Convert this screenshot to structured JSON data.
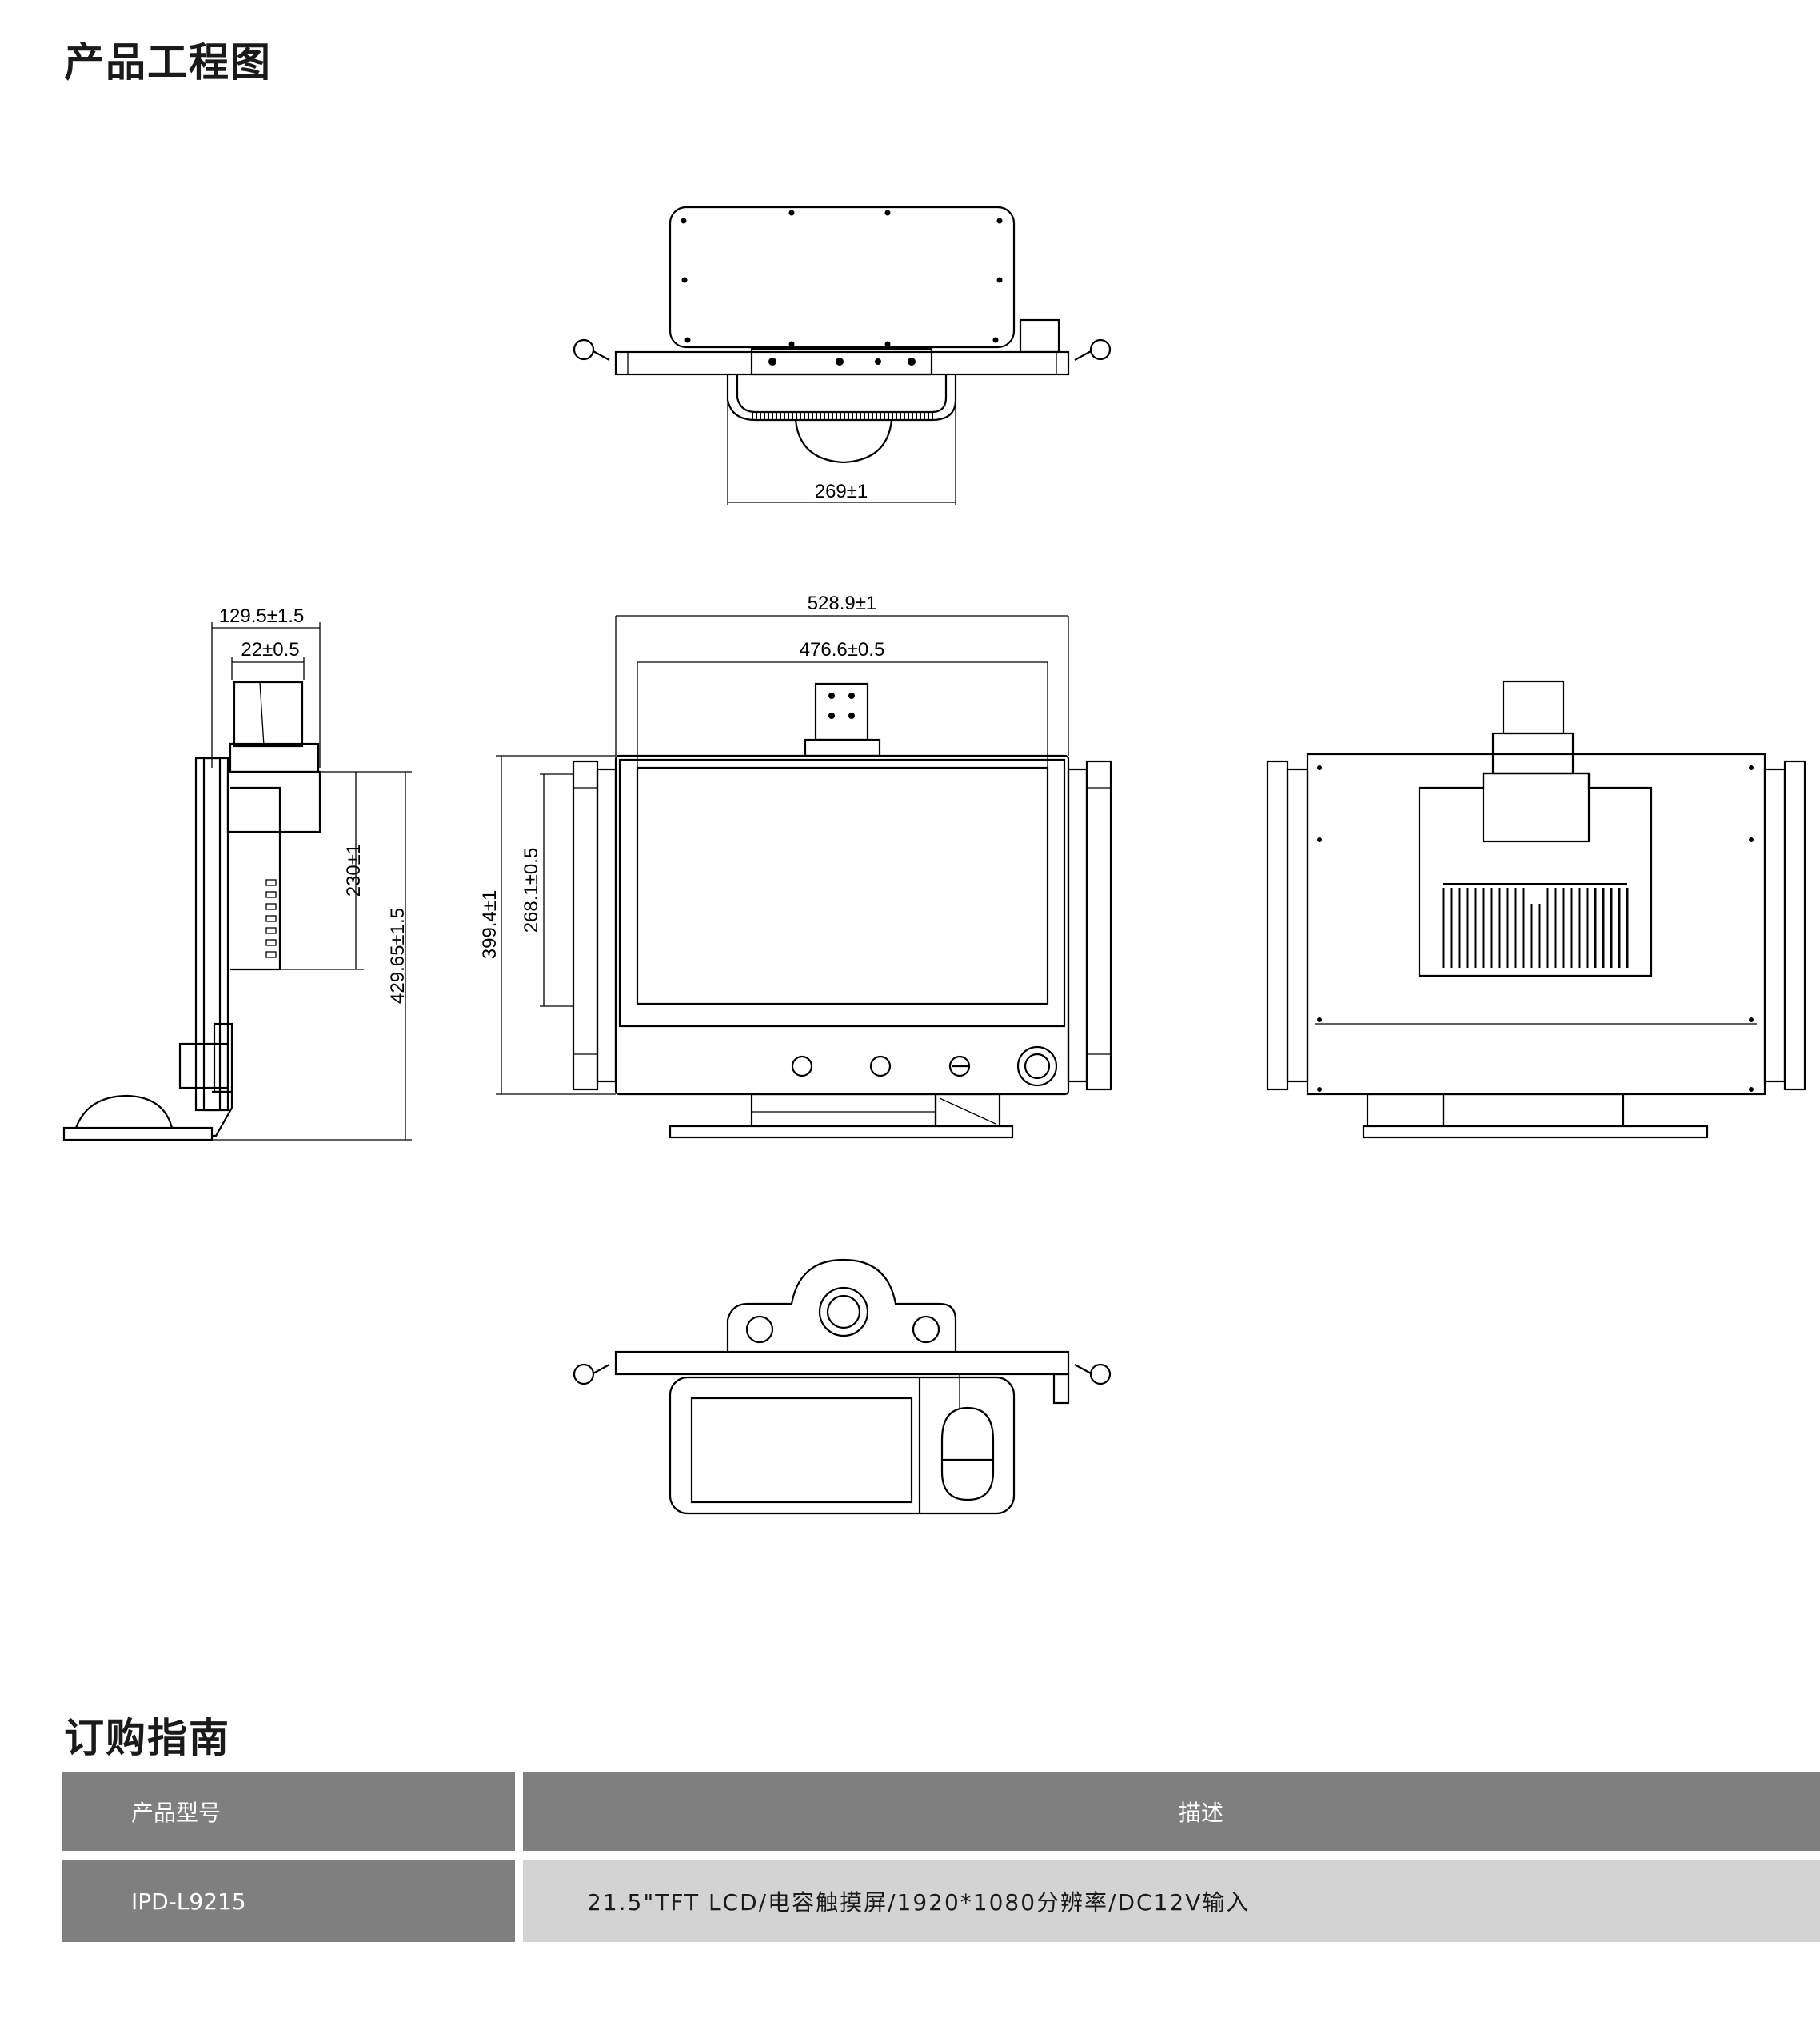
{
  "sections": {
    "drawing_title": "产品工程图",
    "ordering_title": "订购指南"
  },
  "dimensions": {
    "top_width": "269±1",
    "side_depth_total": "129.5±1.5",
    "side_depth_mount": "22±0.5",
    "side_height_upper": "230±1",
    "side_height_total": "429.65±1.5",
    "front_width_total": "528.9±1",
    "front_width_screen": "476.6±0.5",
    "front_height_total": "399.4±1",
    "front_height_screen": "268.1±0.5"
  },
  "ordering_table": {
    "headers": {
      "model": "产品型号",
      "description": "描述"
    },
    "rows": [
      {
        "model": "IPD-L9215",
        "description": "21.5\"TFT LCD/电容触摸屏/1920*1080分辨率/DC12V输入"
      }
    ]
  }
}
